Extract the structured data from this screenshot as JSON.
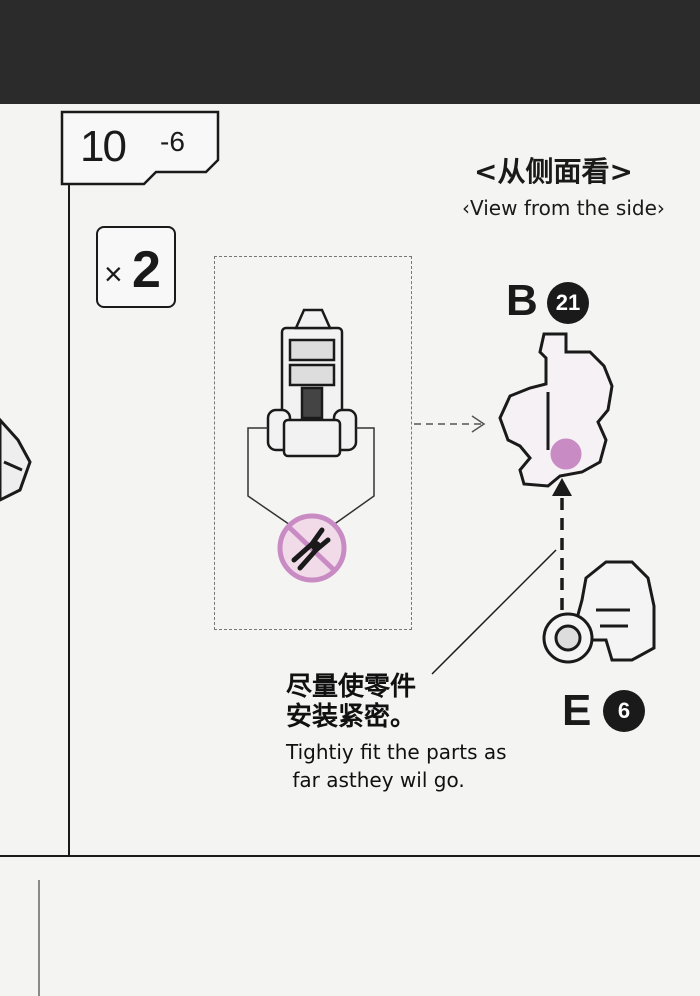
{
  "step": {
    "number": "10",
    "sub": "-6"
  },
  "quantity": {
    "prefix": "×",
    "count": "2"
  },
  "view_note": {
    "cn": "<从侧面看>",
    "en": "‹View from the side›"
  },
  "parts": [
    {
      "letter": "B",
      "number": "21"
    },
    {
      "letter": "E",
      "number": "6"
    }
  ],
  "instruction": {
    "cn_line1": "尽量使零件",
    "cn_line2": "安装紧密。",
    "en_line1": "Tightiy fit the parts as",
    "en_line2": " far asthey wil go."
  },
  "colors": {
    "accent": "#c98bc3",
    "ink": "#1a1a1a",
    "paper": "#f4f4f2"
  },
  "icons": [
    "no-nipper-icon",
    "arrow-right-icon",
    "arrow-up-icon"
  ]
}
